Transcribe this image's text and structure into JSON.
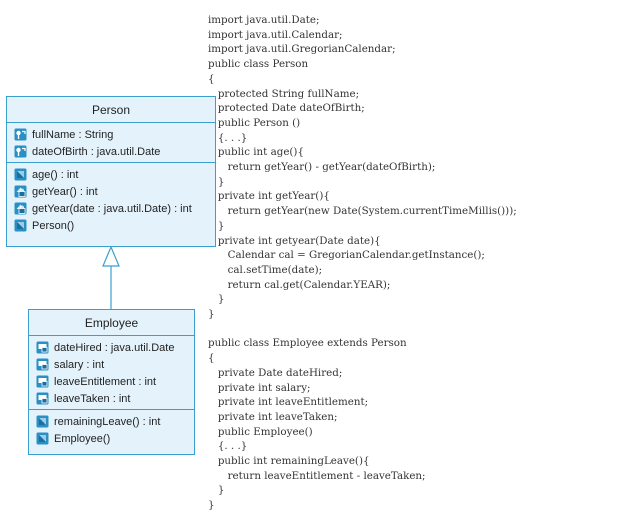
{
  "person": {
    "name": "Person",
    "attributes": [
      {
        "label": "fullName : String",
        "icon": "protected-field-icon"
      },
      {
        "label": "dateOfBirth : java.util.Date",
        "icon": "protected-field-icon"
      }
    ],
    "operations": [
      {
        "label": "age() : int",
        "icon": "public-method-icon"
      },
      {
        "label": "getYear() : int",
        "icon": "private-method-icon"
      },
      {
        "label": "getYear(date : java.util.Date) : int",
        "icon": "private-method-icon"
      },
      {
        "label": "Person()",
        "icon": "public-method-icon"
      }
    ]
  },
  "employee": {
    "name": "Employee",
    "attributes": [
      {
        "label": "dateHired : java.util.Date",
        "icon": "private-field-icon"
      },
      {
        "label": "salary : int",
        "icon": "private-field-icon"
      },
      {
        "label": "leaveEntitlement : int",
        "icon": "private-field-icon"
      },
      {
        "label": "leaveTaken : int",
        "icon": "private-field-icon"
      }
    ],
    "operations": [
      {
        "label": "remainingLeave() : int",
        "icon": "public-method-icon"
      },
      {
        "label": "Employee()",
        "icon": "public-method-icon"
      }
    ]
  },
  "colors": {
    "class_fill": "#e4f3fb",
    "class_border": "#3a9fcf",
    "icon_blue": "#2a8fc4"
  },
  "code_lines": [
    "import java.util.Date;",
    "import java.util.Calendar;",
    "import java.util.GregorianCalendar;",
    "public class Person",
    "{",
    "   protected String fullName;",
    "   protected Date dateOfBirth;",
    "   public Person ()",
    "   {. . .}",
    "   public int age(){",
    "      return getYear() - getYear(dateOfBirth);",
    "   }",
    "   private int getYear(){",
    "      return getYear(new Date(System.currentTimeMillis()));",
    "   }",
    "   private int getyear(Date date){",
    "      Calendar cal = GregorianCalendar.getInstance();",
    "      cal.setTime(date);",
    "      return cal.get(Calendar.YEAR);",
    "   }",
    "}",
    "",
    "public class Employee extends Person",
    "{",
    "   private Date dateHired;",
    "   private int salary;",
    "   private int leaveEntitlement;",
    "   private int leaveTaken;",
    "   public Employee()",
    "   {. . .}",
    "   public int remainingLeave(){",
    "      return leaveEntitlement - leaveTaken;",
    "   }",
    "}"
  ]
}
